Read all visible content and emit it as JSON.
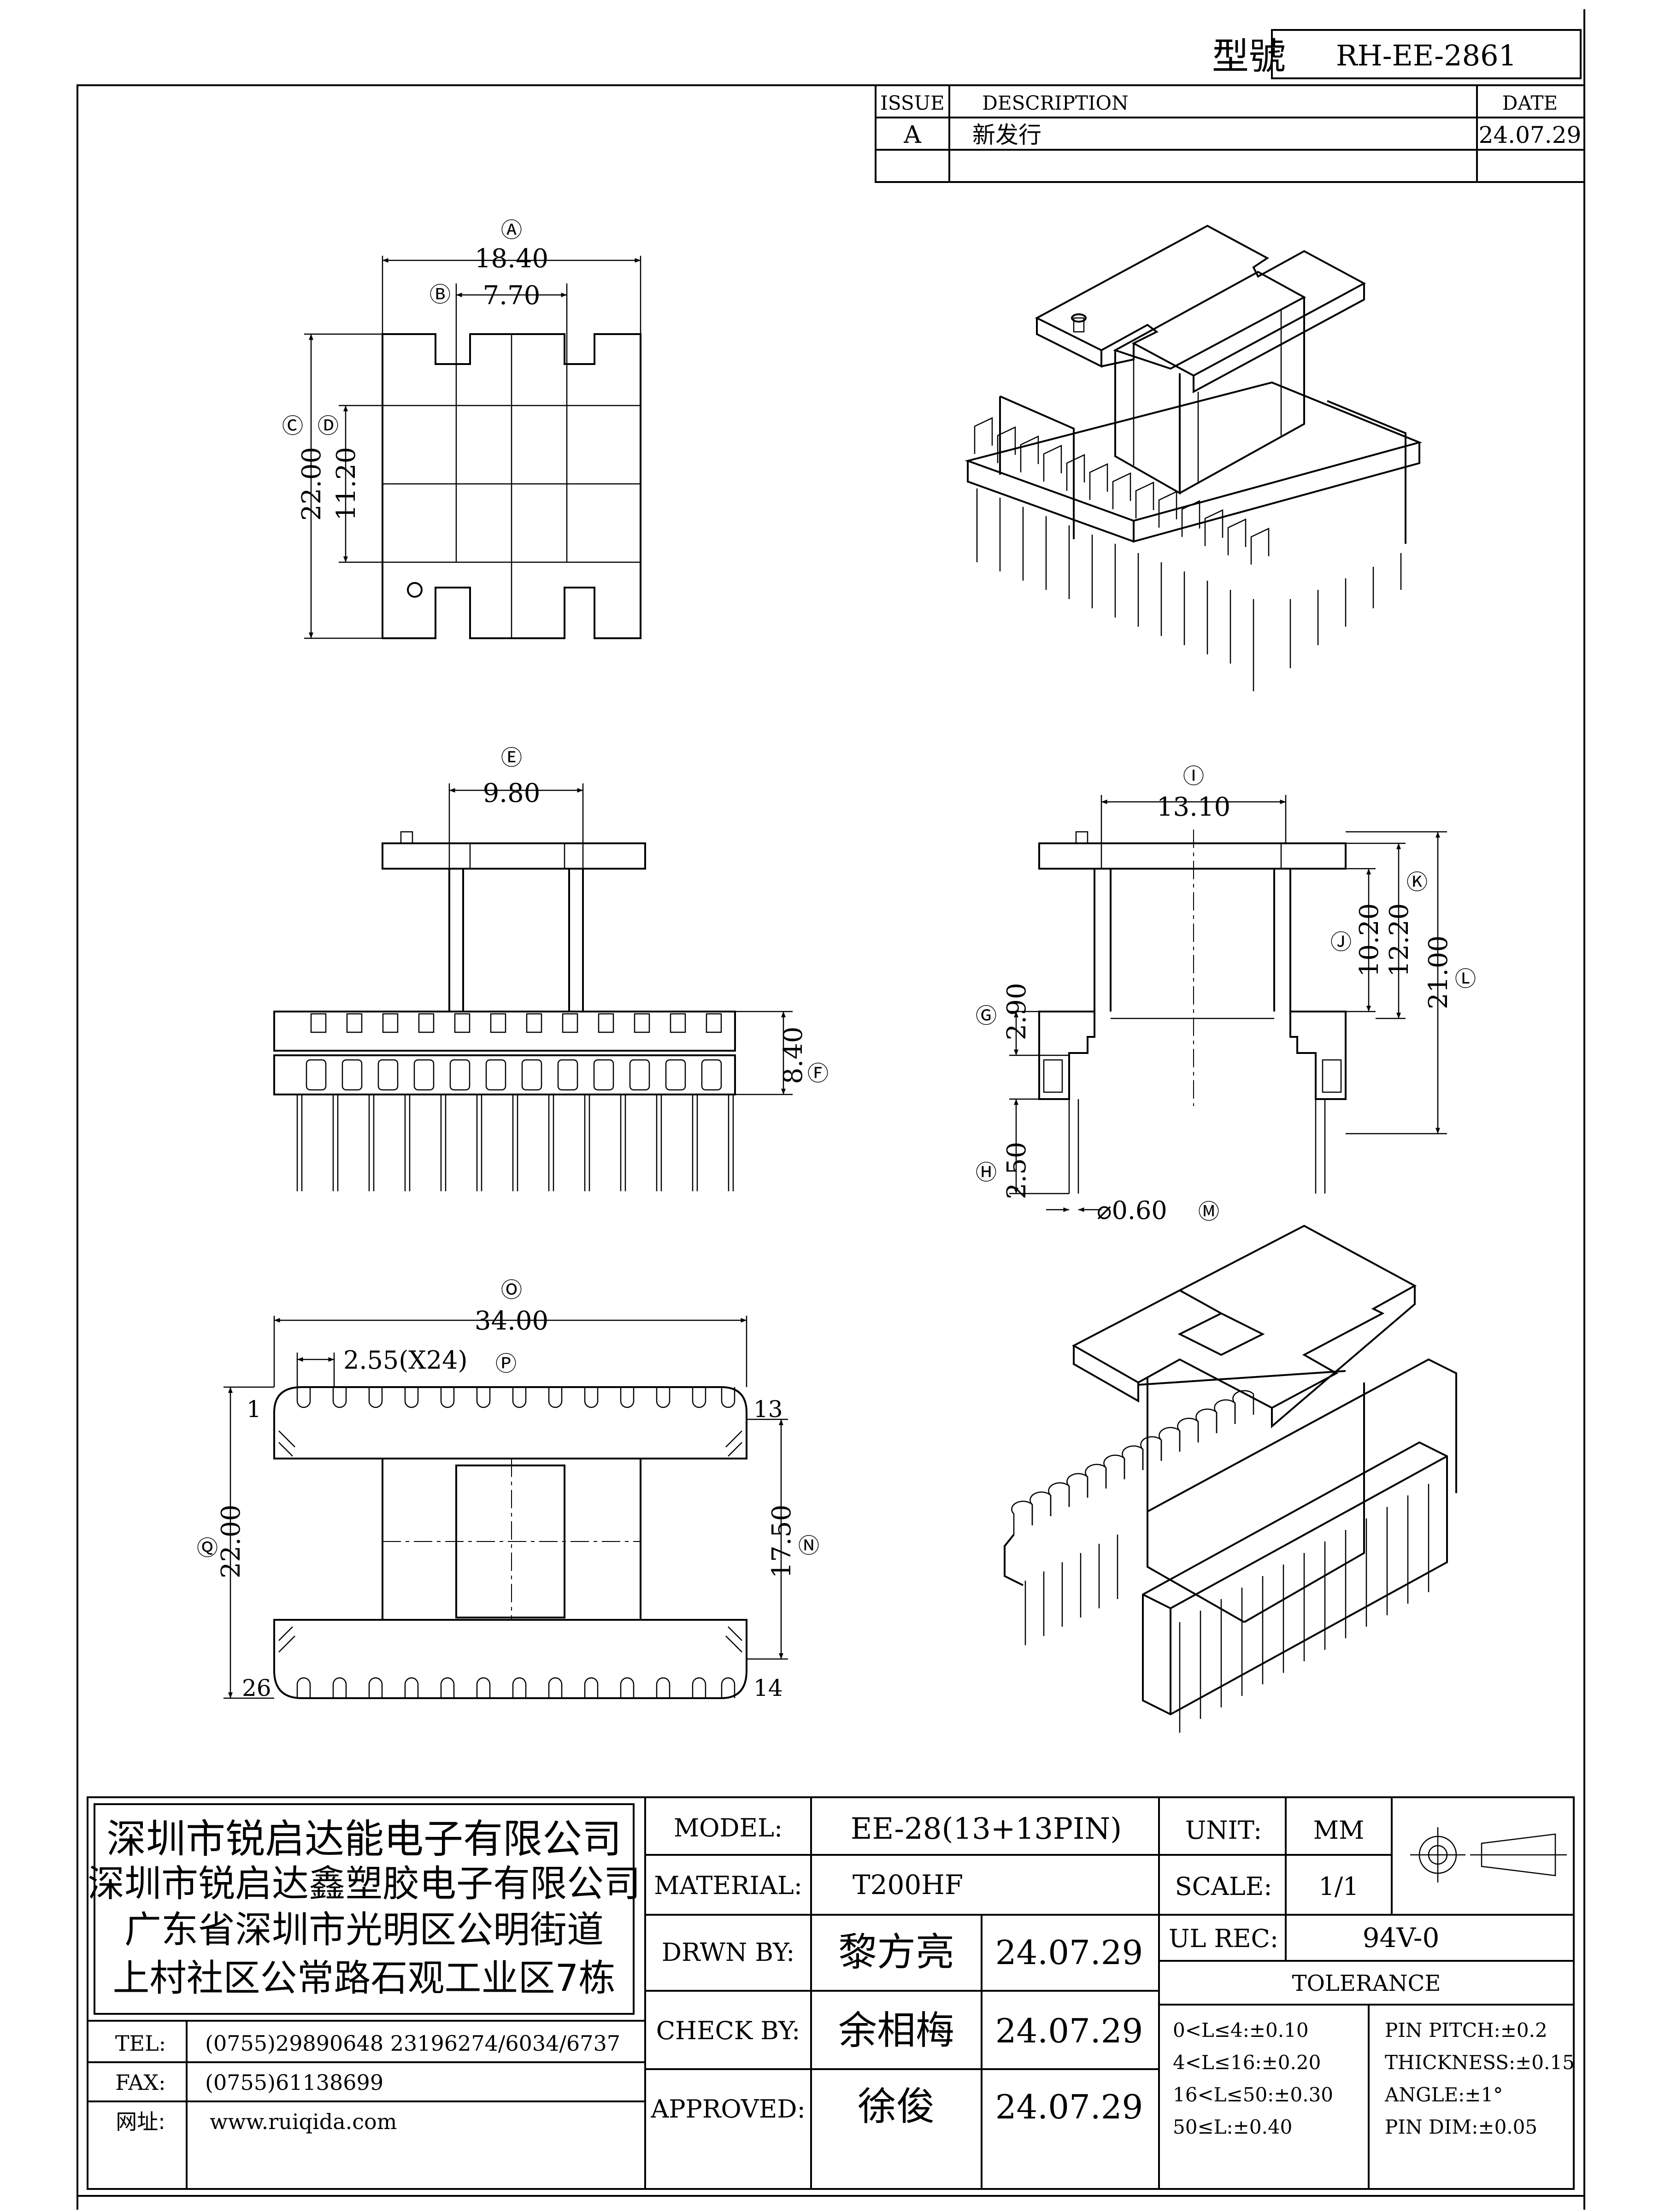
{
  "header": {
    "model_label": "型號",
    "model_value": "RH-EE-2861"
  },
  "revision": {
    "col_issue": "ISSUE",
    "col_description": "DESCRIPTION",
    "col_date": "DATE",
    "rows": [
      {
        "issue": "A",
        "description": "新发行",
        "date": "24.07.29"
      }
    ]
  },
  "dimensions": {
    "A": {
      "tag": "Ⓐ",
      "value": "18.40"
    },
    "B": {
      "tag": "Ⓑ",
      "value": "7.70"
    },
    "C": {
      "tag": "Ⓒ",
      "value": "22.00"
    },
    "D": {
      "tag": "Ⓓ",
      "value": "11.20"
    },
    "E": {
      "tag": "Ⓔ",
      "value": "9.80"
    },
    "F": {
      "tag": "Ⓕ",
      "value": "8.40"
    },
    "G": {
      "tag": "Ⓖ",
      "value": "2.90"
    },
    "H": {
      "tag": "Ⓗ",
      "value": "2.50"
    },
    "I": {
      "tag": "Ⓘ",
      "value": "13.10"
    },
    "J": {
      "tag": "Ⓙ",
      "value": "10.20"
    },
    "K": {
      "tag": "Ⓚ",
      "value": "12.20"
    },
    "L": {
      "tag": "Ⓛ",
      "value": "21.00"
    },
    "M": {
      "tag": "Ⓜ",
      "value": "⌀0.60"
    },
    "N": {
      "tag": "Ⓝ",
      "value": "17.50"
    },
    "O": {
      "tag": "Ⓞ",
      "value": "34.00"
    },
    "P": {
      "tag": "Ⓟ",
      "value": "2.55(X24)"
    },
    "Q": {
      "tag": "Ⓠ",
      "value": "22.00"
    }
  },
  "pins": {
    "p1": "1",
    "p13": "13",
    "p26": "26",
    "p14": "14"
  },
  "company": {
    "lines": [
      "深圳市锐启达能电子有限公司",
      "深圳市锐启达鑫塑胶电子有限公司",
      "广东省深圳市光明区公明街道",
      "上村社区公常路石观工业区7栋"
    ],
    "tel_label": "TEL:",
    "tel_value": "(0755)29890648  23196274/6034/6737",
    "fax_label": "FAX:",
    "fax_value": "(0755)61138699",
    "web_label": "网址:",
    "web_value": "www.ruiqida.com"
  },
  "title_block": {
    "model_label": "MODEL:",
    "model_value": "EE-28(13+13PIN)",
    "material_label": "MATERIAL:",
    "material_value": "T200HF",
    "drawn_label": "DRWN BY:",
    "drawn_name": "黎方亮",
    "drawn_date": "24.07.29",
    "check_label": "CHECK BY:",
    "check_name": "余相梅",
    "check_date": "24.07.29",
    "approved_label": "APPROVED:",
    "approved_name": "徐俊",
    "approved_date": "24.07.29",
    "unit_label": "UNIT:",
    "unit_value": "MM",
    "scale_label": "SCALE:",
    "scale_value": "1/1",
    "ul_label": "UL REC:",
    "ul_value": "94V-0",
    "tolerance_title": "TOLERANCE",
    "tolerance_left": [
      "0<L≤4:±0.10",
      "4<L≤16:±0.20",
      "16<L≤50:±0.30",
      "50≤L:±0.40"
    ],
    "tolerance_right": [
      "PIN PITCH:±0.2",
      "THICKNESS:±0.15",
      "ANGLE:±1°",
      "PIN DIM:±0.05"
    ]
  }
}
